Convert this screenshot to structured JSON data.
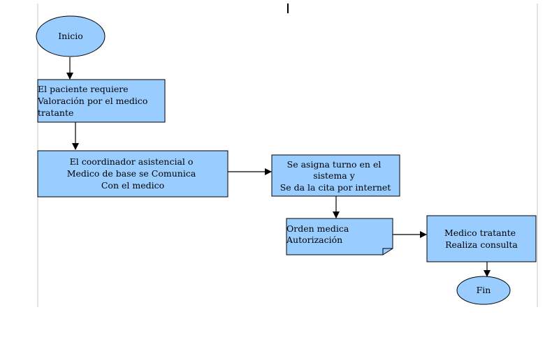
{
  "colors": {
    "fill": "#99ccff",
    "stroke": "#000000",
    "frame": "#c8c8c8",
    "arrow": "#000000"
  },
  "nodes": {
    "start": {
      "lines": [
        "Inicio"
      ]
    },
    "requiere": {
      "lines": [
        "El paciente requiere",
        "Valoración por el medico",
        "tratante"
      ]
    },
    "coordinador": {
      "lines": [
        "El coordinador asistencial o",
        "Medico de base se Comunica",
        "Con el medico"
      ]
    },
    "turno": {
      "lines": [
        "Se asigna turno en el",
        "sistema y",
        "Se da la cita por internet"
      ]
    },
    "orden": {
      "lines": [
        "Orden medica",
        "Autorización"
      ]
    },
    "consulta": {
      "lines": [
        "Medico tratante",
        "Realiza consulta"
      ]
    },
    "end": {
      "lines": [
        "Fin"
      ]
    }
  }
}
